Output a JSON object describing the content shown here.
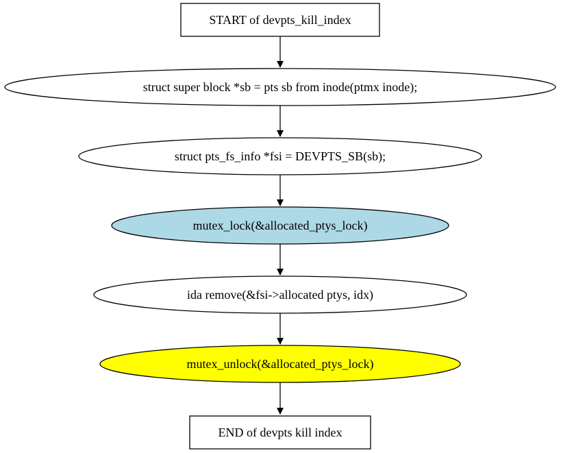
{
  "diagram": {
    "type": "flowchart",
    "nodes": [
      {
        "id": "start",
        "shape": "box",
        "label": "START of devpts_kill_index",
        "fill": "#ffffff"
      },
      {
        "id": "n1",
        "shape": "ellipse",
        "label": "struct super  block *sb = pts  sb  from  inode(ptmx  inode);",
        "fill": "#ffffff"
      },
      {
        "id": "n2",
        "shape": "ellipse",
        "label": "struct pts_fs_info *fsi = DEVPTS_SB(sb);",
        "fill": "#ffffff"
      },
      {
        "id": "n3",
        "shape": "ellipse",
        "label": "mutex_lock(&allocated_ptys_lock)",
        "fill": "#add8e6"
      },
      {
        "id": "n4",
        "shape": "ellipse",
        "label": "ida  remove(&fsi->allocated  ptys, idx)",
        "fill": "#ffffff"
      },
      {
        "id": "n5",
        "shape": "ellipse",
        "label": "mutex_unlock(&allocated_ptys_lock)",
        "fill": "#ffff00"
      },
      {
        "id": "end",
        "shape": "box",
        "label": "END of devpts  kill  index",
        "fill": "#ffffff"
      }
    ],
    "edges": [
      {
        "from": "start",
        "to": "n1"
      },
      {
        "from": "n1",
        "to": "n2"
      },
      {
        "from": "n2",
        "to": "n3"
      },
      {
        "from": "n3",
        "to": "n4"
      },
      {
        "from": "n4",
        "to": "n5"
      },
      {
        "from": "n5",
        "to": "end"
      }
    ]
  }
}
